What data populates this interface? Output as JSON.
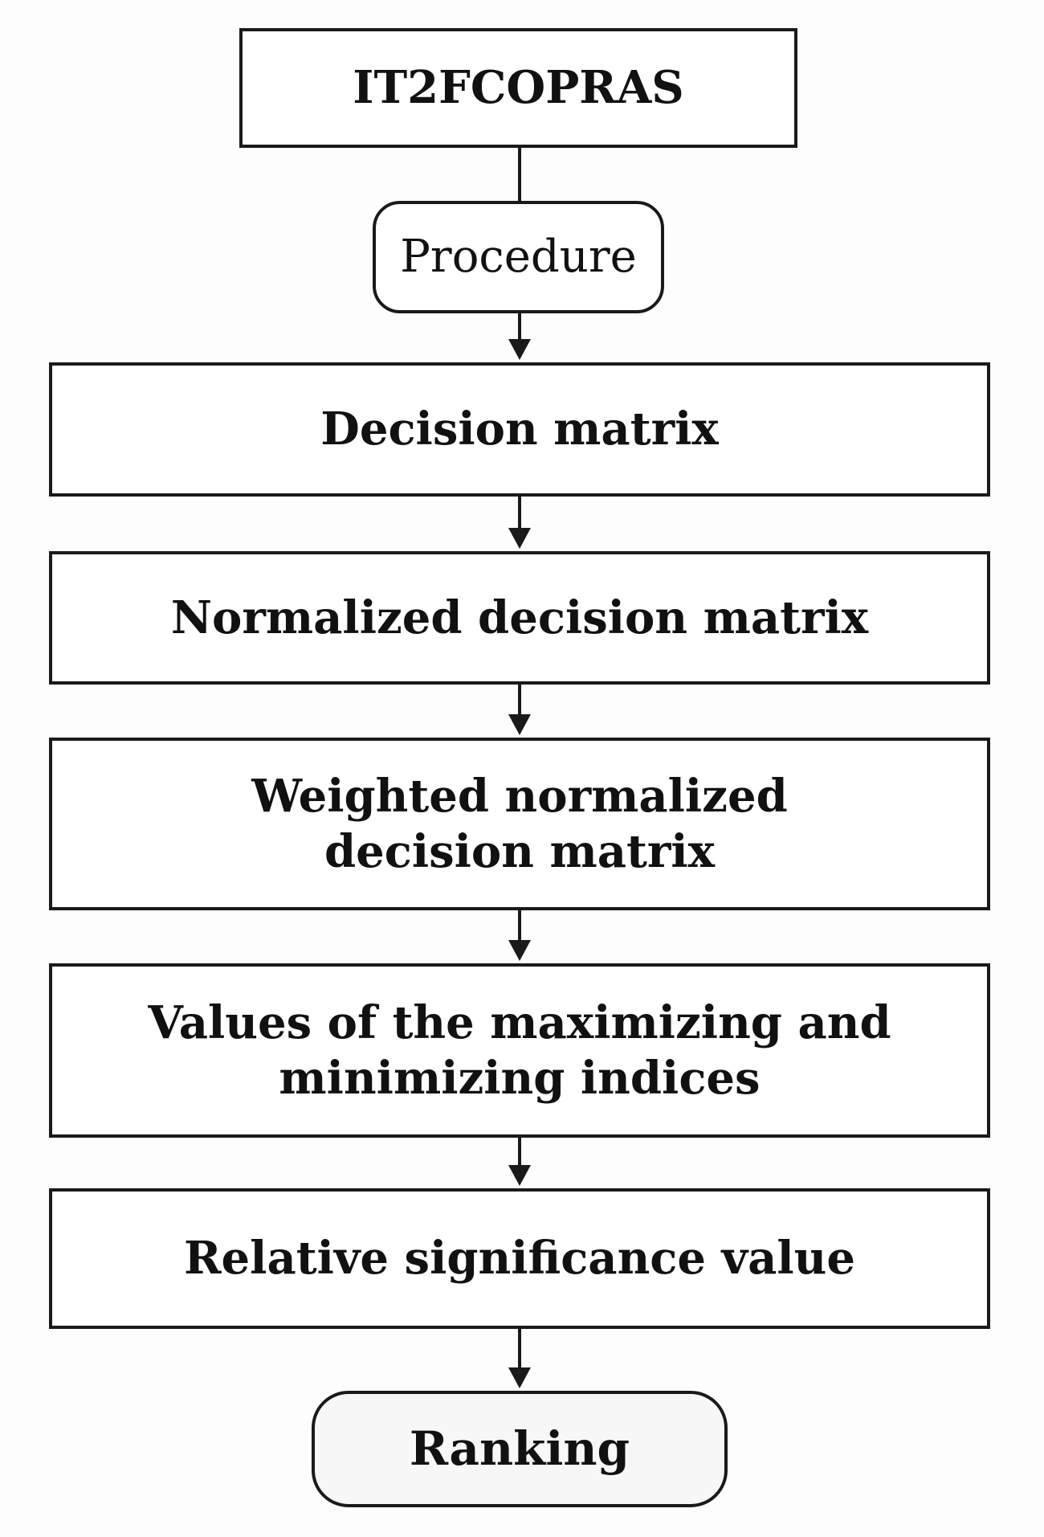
{
  "diagram": {
    "title": "IT2FCOPRAS",
    "procedure": "Procedure",
    "steps": [
      "Decision matrix",
      "Normalized decision matrix",
      "Weighted normalized decision matrix",
      "Values of the maximizing and minimizing indices",
      "Relative significance value"
    ],
    "result": "Ranking"
  }
}
